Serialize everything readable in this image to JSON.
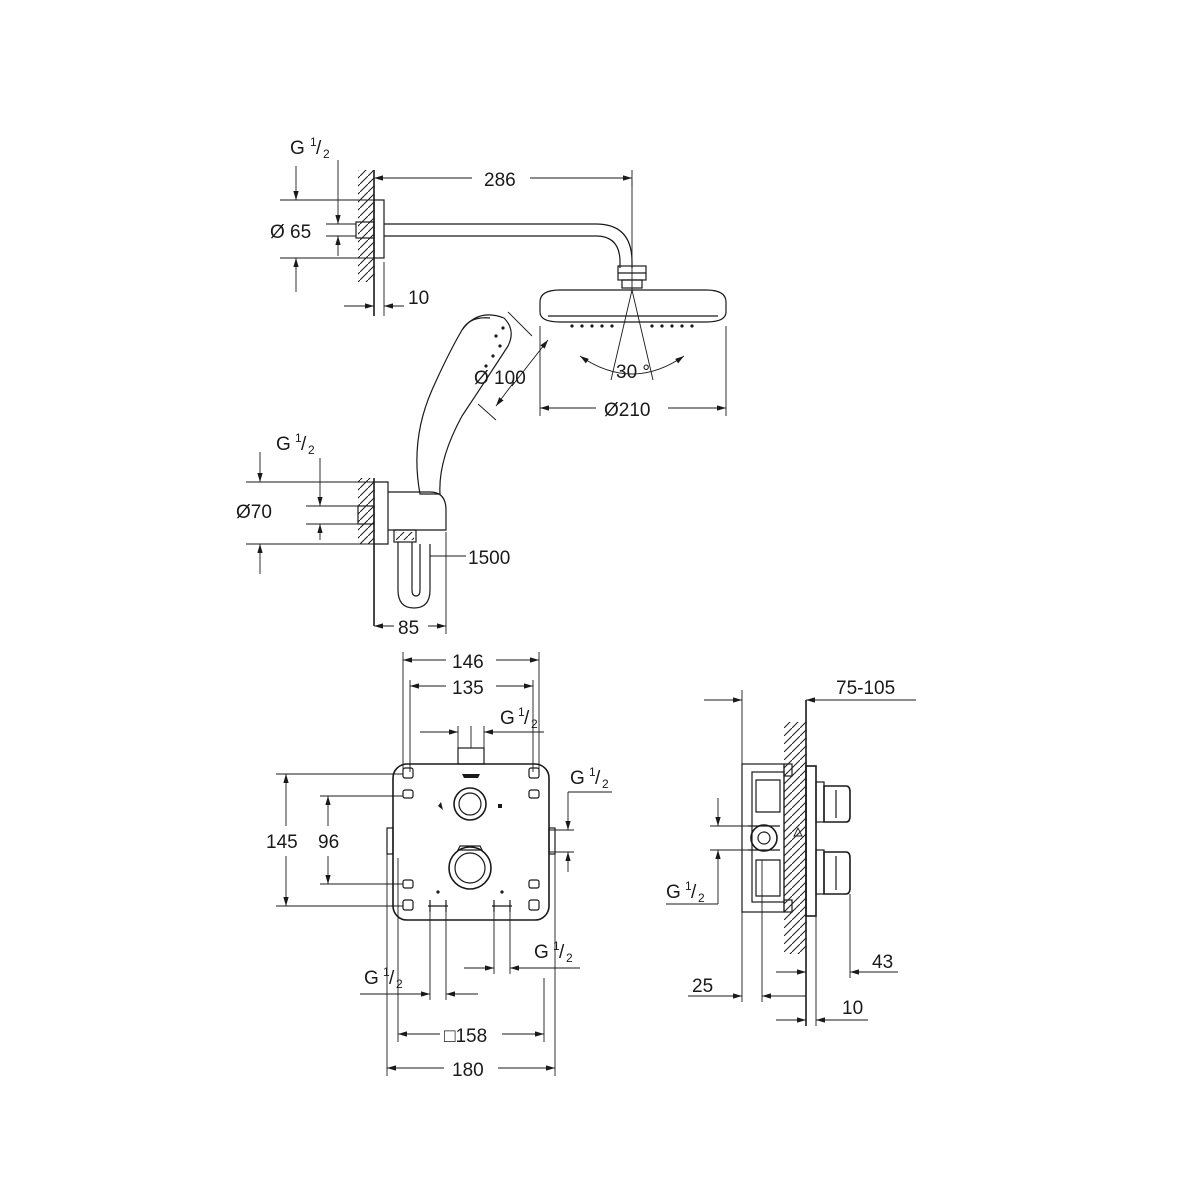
{
  "head_shower": {
    "arm_length": "286",
    "flange_diameter": "Ø 65",
    "flange_depth": "10",
    "head_diameter": "Ø210",
    "spray_angle": "30 °",
    "thread": {
      "g": "G",
      "num": "1",
      "den": "2"
    }
  },
  "hand_shower": {
    "head_diameter": "Ø 100",
    "elbow_diameter": "Ø70",
    "hose_length": "1500",
    "projection": "85",
    "thread": {
      "g": "G",
      "num": "1",
      "den": "2"
    }
  },
  "box_front": {
    "width_outer": "146",
    "width_inner": "135",
    "height_outer": "145",
    "height_inner": "96",
    "plate_size": "□158",
    "plate_width": "180",
    "thread_top": {
      "g": "G",
      "num": "1",
      "den": "2"
    },
    "thread_right": {
      "g": "G",
      "num": "1",
      "den": "2"
    },
    "thread_bottom_left": {
      "g": "G",
      "num": "1",
      "den": "2"
    },
    "thread_bottom_right": {
      "g": "G",
      "num": "1",
      "den": "2"
    }
  },
  "box_side": {
    "wall_depth": "75-105",
    "depth_back": "25",
    "knob_projection": "43",
    "plate_thickness": "10",
    "thread": {
      "g": "G",
      "num": "1",
      "den": "2"
    }
  },
  "colors": {
    "line": "#1a1a1a",
    "background": "#ffffff"
  }
}
